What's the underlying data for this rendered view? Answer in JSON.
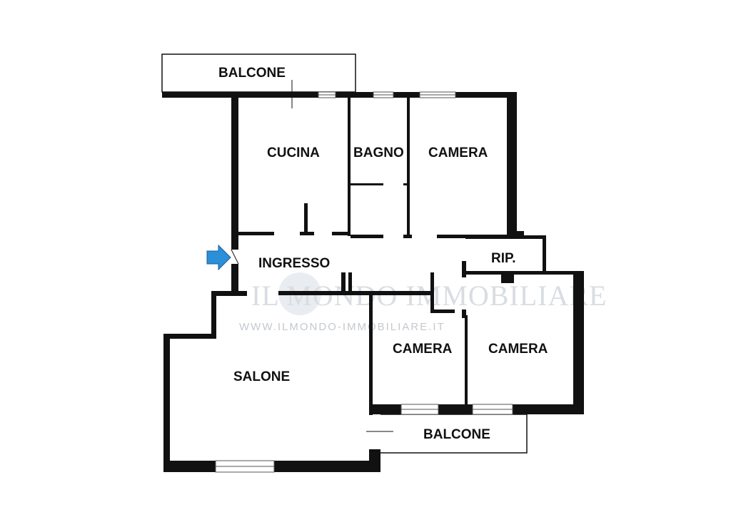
{
  "floorplan": {
    "rooms": {
      "balcone_top": "BALCONE",
      "cucina": "CUCINA",
      "bagno": "BAGNO",
      "camera_top": "CAMERA",
      "ingresso": "INGRESSO",
      "rip": "RIP.",
      "camera_mid": "CAMERA",
      "camera_right": "CAMERA",
      "salone": "SALONE",
      "balcone_bottom": "BALCONE"
    },
    "watermark": {
      "title": "IL MONDO IMMOBILIARE",
      "url": "WWW.ILMONDO-IMMOBILIARE.IT"
    },
    "colors": {
      "wall": "#111111",
      "window": "#ffffff",
      "entry_arrow": "#2b8fd9"
    },
    "icons": {
      "entry": "entry-arrow-icon"
    }
  }
}
